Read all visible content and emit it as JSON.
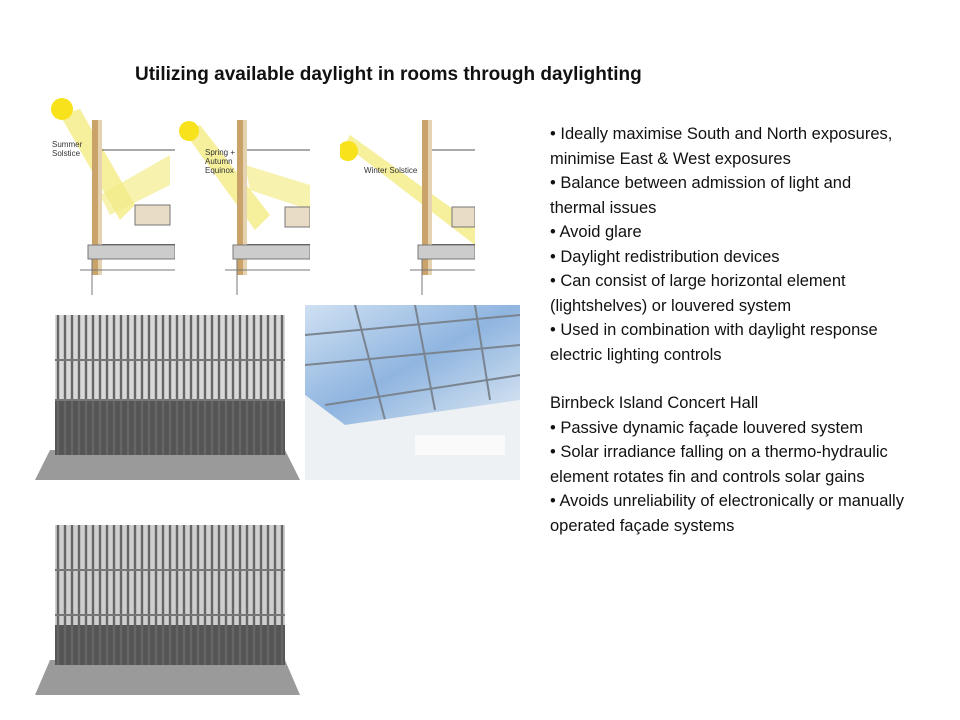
{
  "title": "Utilizing available daylight in rooms through daylighting",
  "diagrams": [
    {
      "label_lines": [
        "Summer",
        "Solstice"
      ]
    },
    {
      "label_lines": [
        "Spring +",
        "Autumn",
        "Equinox"
      ]
    },
    {
      "label_lines": [
        "Winter Solstice"
      ]
    }
  ],
  "bullets": [
    "• Ideally maximise South and North exposures, minimise East & West exposures",
    "• Balance between admission of light and thermal issues",
    "• Avoid glare",
    "• Daylight redistribution devices",
    "• Can consist of large horizontal element (lightshelves) or louvered system",
    "• Used in combination with daylight response electric lighting controls"
  ],
  "section_heading": "Birnbeck Island Concert Hall",
  "section_bullets": [
    "• Passive dynamic façade louvered system",
    "• Solar irradiance falling on a thermo-hydraulic element rotates fin and controls solar gains",
    "• Avoids unreliability of electronically or manually operated façade systems"
  ],
  "colors": {
    "sun": "#f7e21c",
    "beam": "#f4ec8a",
    "wall": "#c9a36a"
  }
}
